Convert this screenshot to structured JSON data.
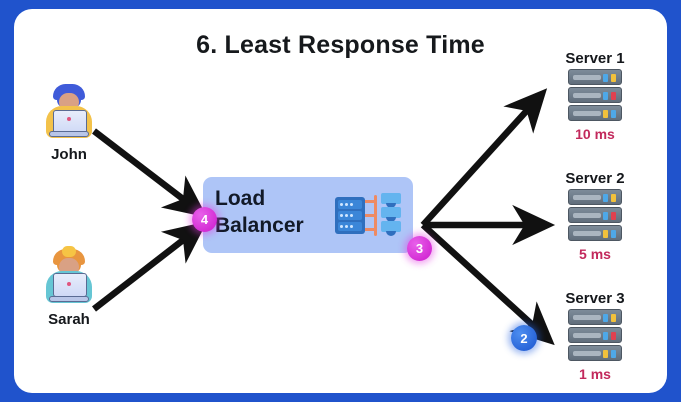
{
  "diagram": {
    "title": "6. Least Response Time",
    "border_color": "#2053cc",
    "panel_color": "#ffffff"
  },
  "clients": [
    {
      "name": "John",
      "icon": "person-at-laptop-icon",
      "hair_color": "#3f5bd9",
      "body_color": "#f3c24a"
    },
    {
      "name": "Sarah",
      "icon": "person-at-laptop-icon",
      "hair_color": "#e8953f",
      "body_color": "#66c6d4"
    }
  ],
  "load_balancer": {
    "label_line1": "Load",
    "label_line2": "Balancer",
    "box_color": "#aec5f7",
    "text_color": "#121a28",
    "icon": "network-topology-icon"
  },
  "servers": [
    {
      "name": "Server 1",
      "response_time": "10 ms",
      "icon": "server-rack-icon"
    },
    {
      "name": "Server 2",
      "response_time": "5 ms",
      "icon": "server-rack-icon"
    },
    {
      "name": "Server 3",
      "response_time": "1 ms",
      "icon": "server-rack-icon"
    }
  ],
  "badges": [
    {
      "id": "badge-4",
      "label": "4",
      "color": "#cc18cc",
      "style": "magenta"
    },
    {
      "id": "badge-3",
      "label": "3",
      "color": "#cc18cc",
      "style": "magenta"
    },
    {
      "id": "badge-2",
      "label": "2",
      "color": "#1a54cf",
      "style": "blue"
    }
  ],
  "arrows": {
    "color": "#111111",
    "inbound_count": 2,
    "outbound_count": 3
  },
  "colors": {
    "ms_text": "#c2295c",
    "server_body": "#6b7883",
    "accent_orange": "#ee8a63"
  }
}
